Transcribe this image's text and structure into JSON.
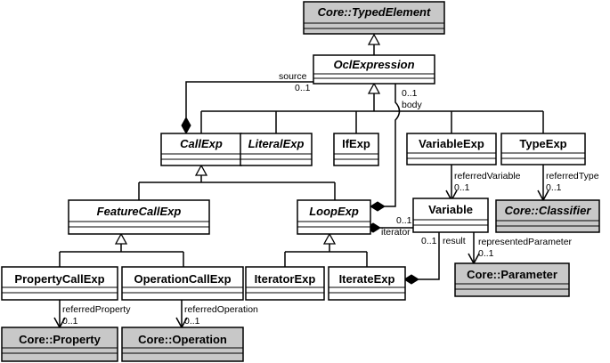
{
  "classes": {
    "typed_element": "Core::TypedElement",
    "ocl_expression": "OclExpression",
    "call_exp": "CallExp",
    "literal_exp": "LiteralExp",
    "if_exp": "IfExp",
    "variable_exp": "VariableExp",
    "type_exp": "TypeExp",
    "feature_call_exp": "FeatureCallExp",
    "loop_exp": "LoopExp",
    "variable": "Variable",
    "classifier": "Core::Classifier",
    "property_call_exp": "PropertyCallExp",
    "operation_call_exp": "OperationCallExp",
    "iterator_exp": "IteratorExp",
    "iterate_exp": "IterateExp",
    "parameter": "Core::Parameter",
    "property": "Core::Property",
    "operation": "Core::Operation"
  },
  "labels": {
    "source": "source",
    "source_mult": "0..1",
    "body_mult": "0..1",
    "body": "body",
    "referred_variable": "referredVariable",
    "referred_variable_mult": "0..1",
    "referred_type": "referredType",
    "referred_type_mult": "0..1",
    "loop_var_mult": "0..1",
    "iterator": "iterator",
    "result_mult": "0..1",
    "result": "result",
    "represented_parameter": "representedParameter",
    "represented_parameter_mult": "0..1",
    "referred_property": "referredProperty",
    "referred_property_mult": "0..1",
    "referred_operation": "referredOperation",
    "referred_operation_mult": "0..1"
  }
}
